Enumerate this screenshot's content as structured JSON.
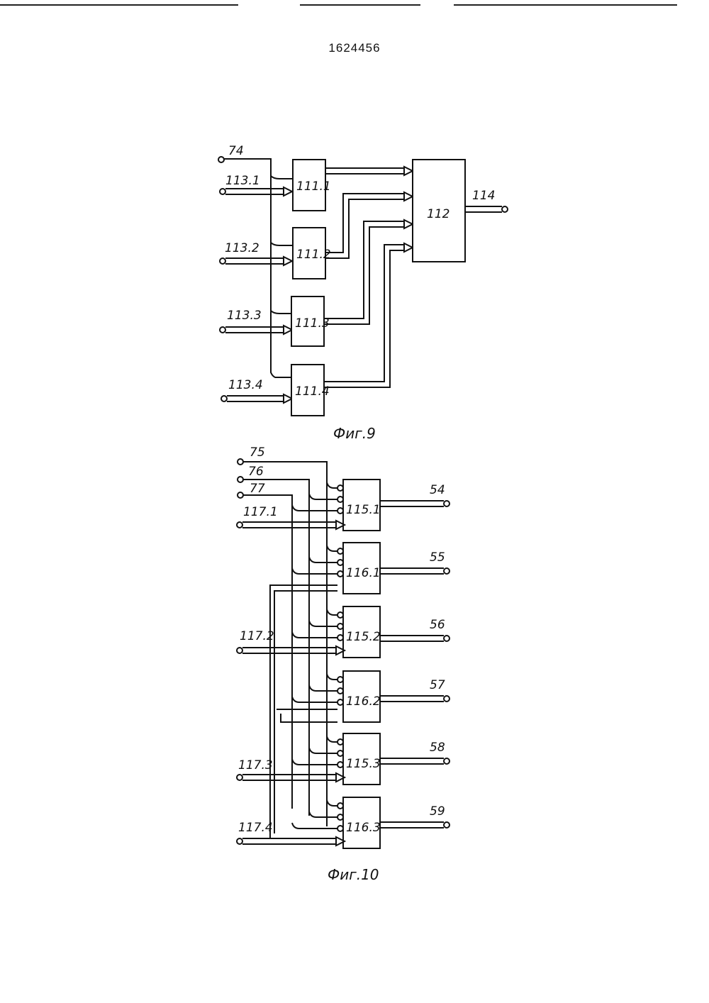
{
  "header": {
    "patent_number": "1624456"
  },
  "fig9": {
    "caption": "Фиг.9",
    "inputs": [
      "74",
      "113.1",
      "113.2",
      "113.3",
      "113.4"
    ],
    "blocks": [
      "111.1",
      "111.2",
      "111.3",
      "111.4"
    ],
    "combiner": "112",
    "output": "114"
  },
  "fig10": {
    "caption": "Фиг.10",
    "control_inputs": [
      "75",
      "76",
      "77"
    ],
    "bus_inputs": [
      "117.1",
      "117.2",
      "117.3",
      "117.4"
    ],
    "blocks": [
      "115.1",
      "116.1",
      "115.2",
      "116.2",
      "115.3",
      "116.3"
    ],
    "outputs": [
      "54",
      "55",
      "56",
      "57",
      "58",
      "59"
    ]
  }
}
